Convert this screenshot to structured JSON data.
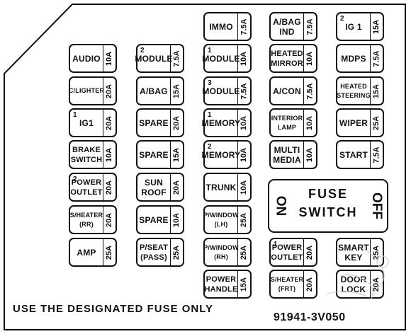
{
  "footer_note": "USE THE DESIGNATED FUSE ONLY",
  "part_number": "91941-3V050",
  "fuse_switch": {
    "label_top": "FUSE",
    "label_bottom": "SWITCH",
    "left": "ON",
    "right": "OFF"
  },
  "fuses": [
    {
      "name": "IMMO",
      "rating": "7.5A"
    },
    {
      "name": "A/BAG\nIND",
      "rating": "7.5A"
    },
    {
      "name": "IG 1",
      "prefix": "2",
      "rating": "15A"
    },
    {
      "name": "AUDIO",
      "rating": "10A"
    },
    {
      "name": "MODULE",
      "prefix": "2",
      "rating": "7.5A"
    },
    {
      "name": "MODULE",
      "prefix": "1",
      "rating": "10A"
    },
    {
      "name": "HEATED\nMIRROR",
      "rating": "10A"
    },
    {
      "name": "MDPS",
      "rating": "7.5A"
    },
    {
      "name": "C/LIGHTER",
      "rating": "20A"
    },
    {
      "name": "A/BAG",
      "rating": "15A"
    },
    {
      "name": "MODULE",
      "prefix": "3",
      "rating": "7.5A"
    },
    {
      "name": "A/CON",
      "rating": "7.5A"
    },
    {
      "name": "HEATED\nSTEERING",
      "rating": "15A"
    },
    {
      "name": "IG1",
      "prefix": "1",
      "rating": "20A"
    },
    {
      "name": "SPARE",
      "rating": "20A"
    },
    {
      "name": "MEMORY",
      "prefix": "1",
      "rating": "10A"
    },
    {
      "name": "INTERIOR\nLAMP",
      "rating": "10A"
    },
    {
      "name": "WIPER",
      "rating": "25A"
    },
    {
      "name": "BRAKE\nSWITCH",
      "rating": "10A"
    },
    {
      "name": "SPARE",
      "rating": "15A"
    },
    {
      "name": "MEMORY",
      "prefix": "2",
      "rating": "10A"
    },
    {
      "name": "MULTI\nMEDIA",
      "rating": "10A"
    },
    {
      "name": "START",
      "rating": "7.5A"
    },
    {
      "name": "POWER\nOUTLET",
      "prefix": "2",
      "rating": "20A"
    },
    {
      "name": "SUN\nROOF",
      "rating": "20A"
    },
    {
      "name": "TRUNK",
      "rating": "10A"
    },
    {
      "name": "S/HEATER\n(RR)",
      "rating": "20A"
    },
    {
      "name": "SPARE",
      "rating": "10A"
    },
    {
      "name": "P/WINDOW\n(LH)",
      "rating": "25A"
    },
    {
      "name": "AMP",
      "rating": "25A"
    },
    {
      "name": "P/SEAT\n(PASS)",
      "rating": "25A"
    },
    {
      "name": "P/WINDOW\n(RH)",
      "rating": "25A"
    },
    {
      "name": "POWER\nOUTLET",
      "prefix": "1",
      "rating": "20A"
    },
    {
      "name": "SMART\nKEY",
      "rating": "25A"
    },
    {
      "name": "POWER\nHANDLE",
      "rating": "15A"
    },
    {
      "name": "S/HEATER\n(FRT)",
      "rating": "20A"
    },
    {
      "name": "DOOR\nLOCK",
      "rating": "20A"
    }
  ]
}
